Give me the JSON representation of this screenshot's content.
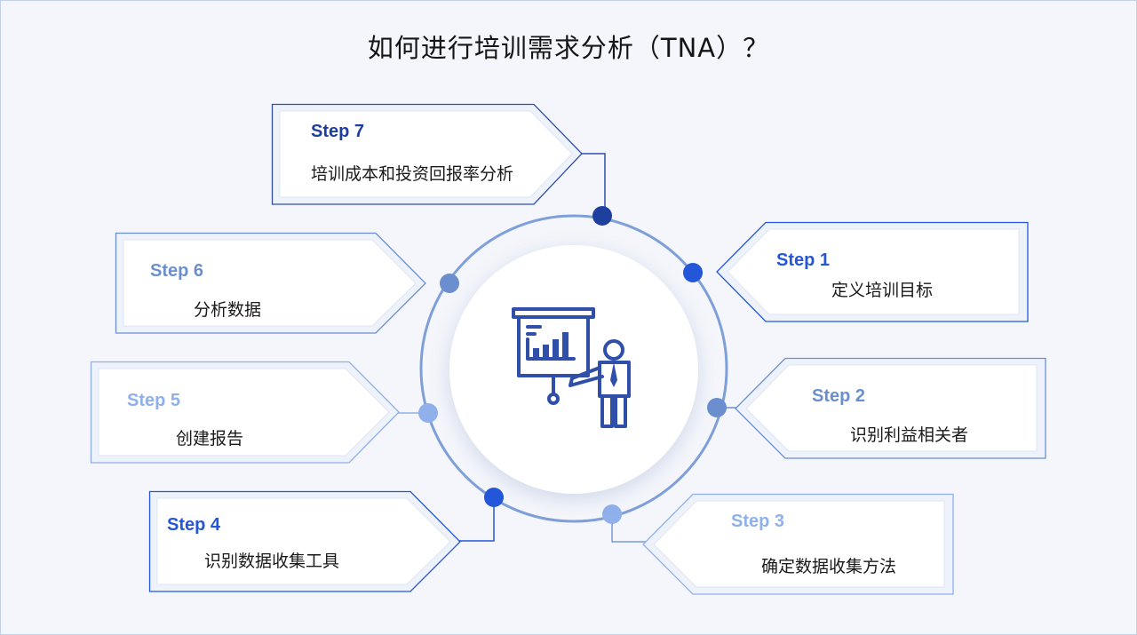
{
  "title": "如何进行培训需求分析（TNA）？",
  "center_icon": "presentation-board-icon",
  "steps": [
    {
      "step": "Step 1",
      "label": "定义培训目标",
      "color": "#2356d8"
    },
    {
      "step": "Step 2",
      "label": "识别利益相关者",
      "color": "#6b8fce"
    },
    {
      "step": "Step 3",
      "label": "确定数据收集方法",
      "color": "#8fb0ea"
    },
    {
      "step": "Step 4",
      "label": "识别数据收集工具",
      "color": "#2356d8"
    },
    {
      "step": "Step 5",
      "label": "创建报告",
      "color": "#8fb0ea"
    },
    {
      "step": "Step 6",
      "label": "分析数据",
      "color": "#6b8fce"
    },
    {
      "step": "Step 7",
      "label": "培训成本和投资回报率分析",
      "color": "#1f3f9e"
    }
  ]
}
